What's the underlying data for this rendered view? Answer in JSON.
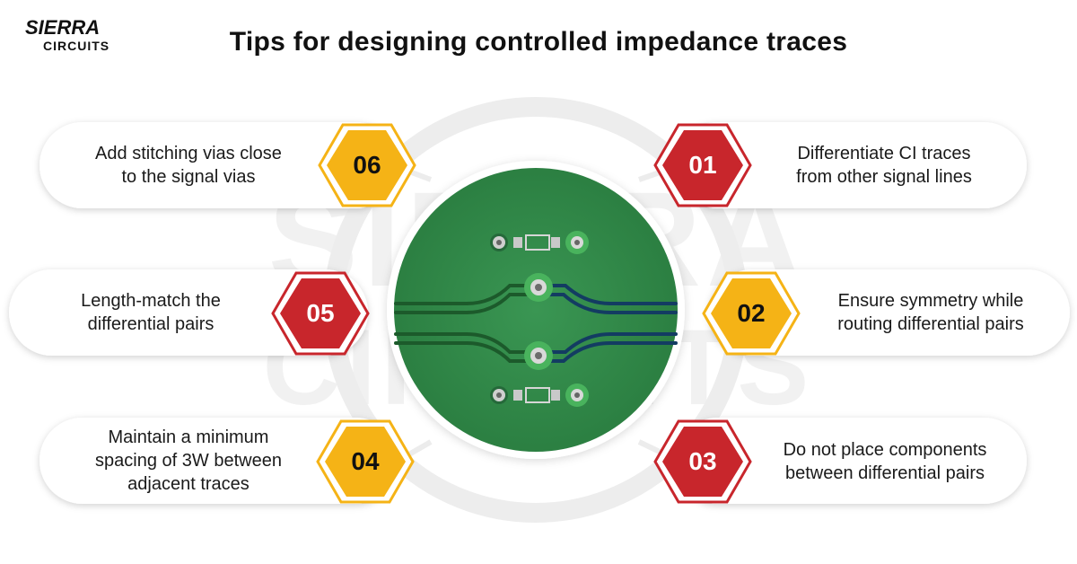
{
  "brand": {
    "logo_line1": "SIERRA",
    "logo_line2": "CIRCUITS",
    "watermark_line1": "SIERRA",
    "watermark_line2": "CIRCUITS"
  },
  "title": "Tips for designing controlled impedance traces",
  "colors": {
    "red": "#c8262c",
    "yellow": "#f5b316",
    "pcb_green": "#2f8a48",
    "trace_green": "#1d5a2c",
    "trace_blue": "#143e63"
  },
  "tips": [
    {
      "number": "01",
      "text_lines": [
        "Differentiate CI traces",
        "from other signal lines"
      ],
      "color": "red"
    },
    {
      "number": "02",
      "text_lines": [
        "Ensure symmetry while",
        "routing differential pairs"
      ],
      "color": "yellow"
    },
    {
      "number": "03",
      "text_lines": [
        "Do not place components",
        "between differential pairs"
      ],
      "color": "red"
    },
    {
      "number": "04",
      "text_lines": [
        "Maintain a minimum",
        "spacing of 3W between",
        "adjacent traces"
      ],
      "color": "yellow"
    },
    {
      "number": "05",
      "text_lines": [
        "Length-match the",
        "differential pairs"
      ],
      "color": "red"
    },
    {
      "number": "06",
      "text_lines": [
        "Add stitching vias close",
        "to the signal vias"
      ],
      "color": "yellow"
    }
  ]
}
